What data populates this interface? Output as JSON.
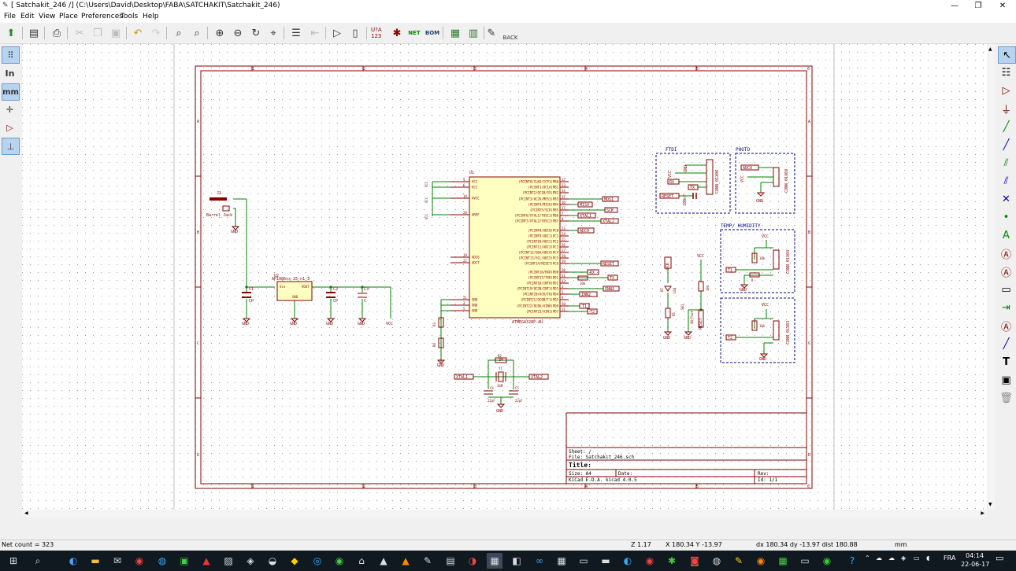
{
  "window": {
    "title": "[ Satchakit_246 /] (C:\\Users\\David\\Desktop\\FABA\\SATCHAKIT\\Satchakit_246)"
  },
  "menu": [
    "File",
    "Edit",
    "View",
    "Place",
    "Preferences",
    "Tools",
    "Help"
  ],
  "toolbar": {
    "icons": [
      "new-sheet-icon",
      "page-settings-icon",
      "print-icon",
      "cut-icon",
      "copy-icon",
      "paste-icon",
      "undo-icon",
      "redo-icon",
      "find-icon",
      "find-replace-icon",
      "zoom-in-icon",
      "zoom-out-icon",
      "zoom-redraw-icon",
      "zoom-fit-icon",
      "hierarchy-icon",
      "leave-sheet-icon",
      "library-editor-icon",
      "library-browser-icon",
      "annotate-icon",
      "erc-icon",
      "netlist-icon",
      "bom-icon",
      "cvpcb-icon",
      "pcbnew-icon",
      "import-footprint-icon",
      "back-icon"
    ],
    "annotate_label": "U?A 123",
    "netlist_label": "NET",
    "bom_label": "BOM",
    "back_label": "BACK"
  },
  "left_toolbar": {
    "inch_label": "In",
    "mm_label": "mm"
  },
  "schematic": {
    "border_cols": [
      "1",
      "2",
      "3",
      "4",
      "5",
      "6"
    ],
    "border_rows": [
      "A",
      "B",
      "C",
      "D"
    ],
    "j1": {
      "ref": "J1",
      "value": "Barrel_Jack"
    },
    "u2": {
      "ref": "U2",
      "value": "AP1086xx-25-n1-3",
      "pin_vin": "Vin",
      "pin_vout": "VOUT",
      "pin_gnd": "GND"
    },
    "caps_power": [
      {
        "ref": "C1",
        "value": "CP"
      },
      {
        "ref": "C2",
        "value": "CP"
      },
      {
        "ref": "C3",
        "value": "C"
      }
    ],
    "gnd": "GND",
    "vcc": "VCC",
    "u1": {
      "ref": "U1",
      "value": "ATMEGA328P-AU",
      "left_pins": [
        {
          "num": "4",
          "name": "VCC"
        },
        {
          "num": "6",
          "name": "VCC"
        },
        {
          "num": "18",
          "name": "AVCC"
        },
        {
          "num": "20",
          "name": "AREF"
        },
        {
          "num": "19",
          "name": "ADC6"
        },
        {
          "num": "22",
          "name": "ADC7"
        },
        {
          "num": "21",
          "name": "GND"
        },
        {
          "num": "3",
          "name": "GND"
        },
        {
          "num": "5",
          "name": "GND"
        }
      ],
      "right_pins": [
        {
          "num": "12",
          "name": "(PCINT0/CLKO/ICP1)PB0"
        },
        {
          "num": "13",
          "name": "(PCINT1/OC1A)PB1"
        },
        {
          "num": "14",
          "name": "(PCINT2/OC1B/SS)PB2"
        },
        {
          "num": "15",
          "name": "(PCINT3/OC2A/MOSI)PB3"
        },
        {
          "num": "16",
          "name": "(PCINT4/MISO)PB4"
        },
        {
          "num": "17",
          "name": "(PCINT5/SCK)PB5"
        },
        {
          "num": "7",
          "name": "(PCINT6/XTAL1/TOSC1)PB6"
        },
        {
          "num": "8",
          "name": "(PCINT7/XTAL2/TOSC2)PB7"
        },
        {
          "num": "23",
          "name": "(PCINT8/ADC0)PC0"
        },
        {
          "num": "24",
          "name": "(PCINT9/ADC1)PC1"
        },
        {
          "num": "25",
          "name": "(PCINT10/ADC2)PC2"
        },
        {
          "num": "26",
          "name": "(PCINT11/ADC3)PC3"
        },
        {
          "num": "27",
          "name": "(PCINT12/SDA/ADC4)PC4"
        },
        {
          "num": "28",
          "name": "(PCINT13/SCL/ADC5)PC5"
        },
        {
          "num": "29",
          "name": "(PCINT14/RESET)PC6"
        },
        {
          "num": "30",
          "name": "(PCINT16/RXD)PD0"
        },
        {
          "num": "31",
          "name": "(PCINT17/TXD)PD1"
        },
        {
          "num": "32",
          "name": "(PCINT18/INT0)PD2"
        },
        {
          "num": "1",
          "name": "(PCINT19/OC2B/INT1)PD3"
        },
        {
          "num": "2",
          "name": "(PCINT20/XCK/T0)PD4"
        },
        {
          "num": "9",
          "name": "(PCINT21/OC0B/T1)PD5"
        },
        {
          "num": "10",
          "name": "(PCINT22/OC0A/AIN0)PD6"
        },
        {
          "num": "11",
          "name": "(PCINT23/AIN1)PD7"
        }
      ]
    },
    "net_labels": {
      "mosi": "MOSI",
      "miso": "MISO",
      "sck": "SCK",
      "xtal1": "XTAL1",
      "xtal2": "XTAL2",
      "adc0": "ADC0",
      "reset": "RESET",
      "rx": "RX",
      "tx": "TX",
      "inn2": "INN2",
      "t1": "T1",
      "t2": "T2"
    },
    "r_reset": {
      "ref": "R1",
      "value": "10k"
    },
    "r_bottom": [
      {
        "ref": "R3",
        "value": "R"
      },
      {
        "ref": "R4",
        "value": "R"
      }
    ],
    "crystal": {
      "r_ref": "R2",
      "r_value": "1M",
      "y_ref": "Y1",
      "y_value": "16M",
      "c_left_ref": "C4",
      "c_left_value": "22pF",
      "c_right_ref": "C5",
      "c_right_value": "22pF"
    },
    "ftdi": {
      "title": "FTDI",
      "conn": "CONN_01X06",
      "cap": "100nF",
      "pins": [
        "GND",
        "VCC",
        "RX",
        "TX"
      ],
      "reset": "RESET"
    },
    "photo": {
      "title": "PHOTO",
      "conn": "CONN_01X03",
      "adc": "ADC0"
    },
    "temp": {
      "title": "TEMP/ HUMIDITY",
      "conn": "CONN_01X03",
      "r_value": "10k",
      "r2_value": "R"
    },
    "led": {
      "ref": "D1",
      "value": "LED",
      "r_ref": "R5",
      "r_value": "R",
      "net": "SCK"
    },
    "switch": {
      "ref": "SW1",
      "value": "SW_Push",
      "r_ref": "R6",
      "r_value": "10k"
    },
    "titleblock": {
      "sheet": "Sheet: /",
      "file": "File: Satchakit_246.sch",
      "title": "Title:",
      "size": "Size: A4",
      "date": "Date:",
      "rev": "Rev:",
      "kicad": "KiCad E.D.A.  kicad 4.0.5",
      "id": "Id: 1/1"
    }
  },
  "status": {
    "net_count": "Net count = 323",
    "zoom": "Z 1.17",
    "coords": "X 180.34  Y -13.97",
    "delta": "dx 180.34  dy -13.97  dist 180.88",
    "units": "mm"
  },
  "taskbar": {
    "lang": "FRA",
    "time": "04:14",
    "date": "22-06-17"
  },
  "colors": {
    "wire": "#008000",
    "component": "#840000",
    "body_fill": "#ffffc2",
    "label": "#840000",
    "sheet_border": "#840000",
    "dashed_box": "#000084"
  }
}
